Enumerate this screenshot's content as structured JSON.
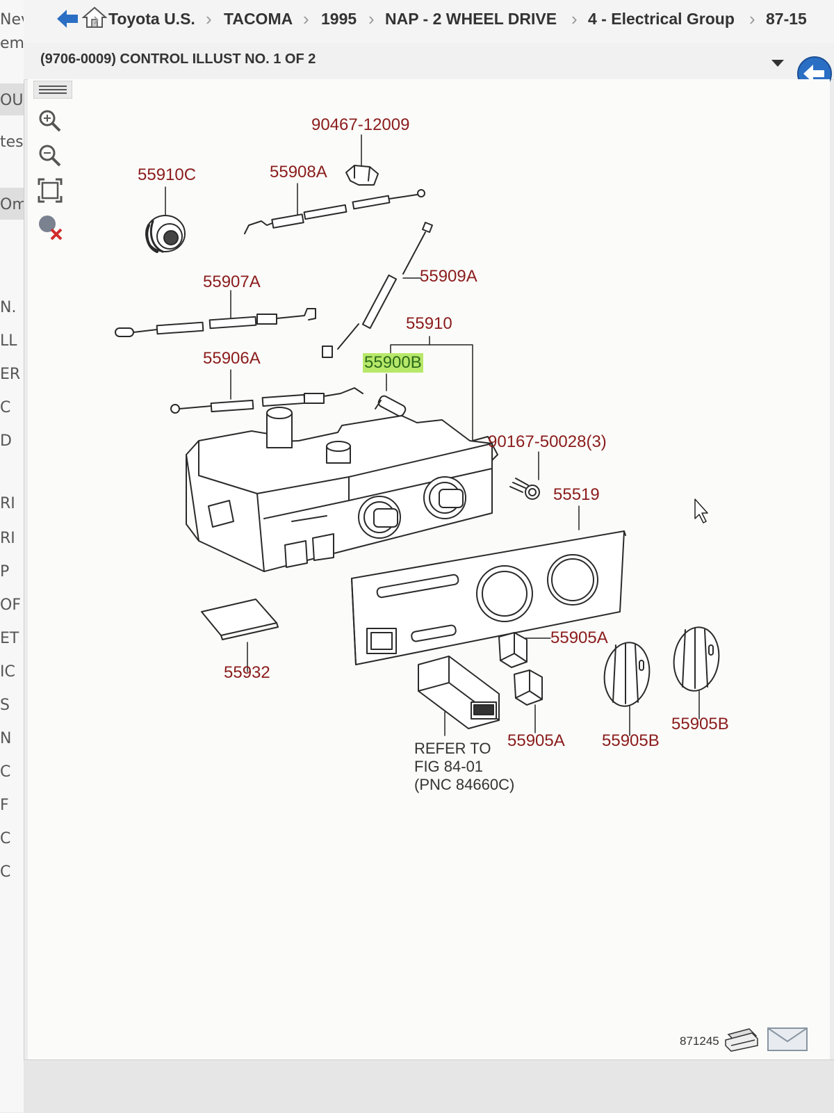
{
  "left_strip": {
    "fragments": [
      "Nev",
      "em:",
      "OU",
      "tes",
      "Om",
      "N.",
      "LL",
      "ER",
      "C",
      "D",
      "RI",
      "RI",
      "P",
      "OF",
      "ET",
      "IC",
      "S",
      "N",
      "C",
      "F",
      "C",
      "C"
    ]
  },
  "breadcrumb": {
    "items": [
      "Toyota U.S.",
      "TACOMA",
      "1995",
      "NAP - 2 WHEEL DRIVE",
      "4 - Electrical Group",
      "87-15"
    ]
  },
  "illustration": {
    "title": "(9706-0009)  CONTROL ILLUST NO. 1 OF 2"
  },
  "parts": {
    "p90467": "90467-12009",
    "p55910C": "55910C",
    "p55908A": "55908A",
    "p55909A": "55909A",
    "p55907A": "55907A",
    "p55910": "55910",
    "p55906A": "55906A",
    "p55900B": "55900B",
    "p90167": "90167-50028(3)",
    "p55519": "55519",
    "p55932": "55932",
    "p55905A_1": "55905A",
    "p55905A_2": "55905A",
    "p55905B_1": "55905B",
    "p55905B_2": "55905B"
  },
  "reference": {
    "line1": "REFER TO",
    "line2": "FIG 84-01",
    "line3": "(PNC 84660C)"
  },
  "footer": {
    "illustration_number": "871245"
  },
  "colors": {
    "part_number": "#8a1c1c",
    "highlight": "#b8e86a",
    "nav_blue": "#2b6fc4"
  }
}
